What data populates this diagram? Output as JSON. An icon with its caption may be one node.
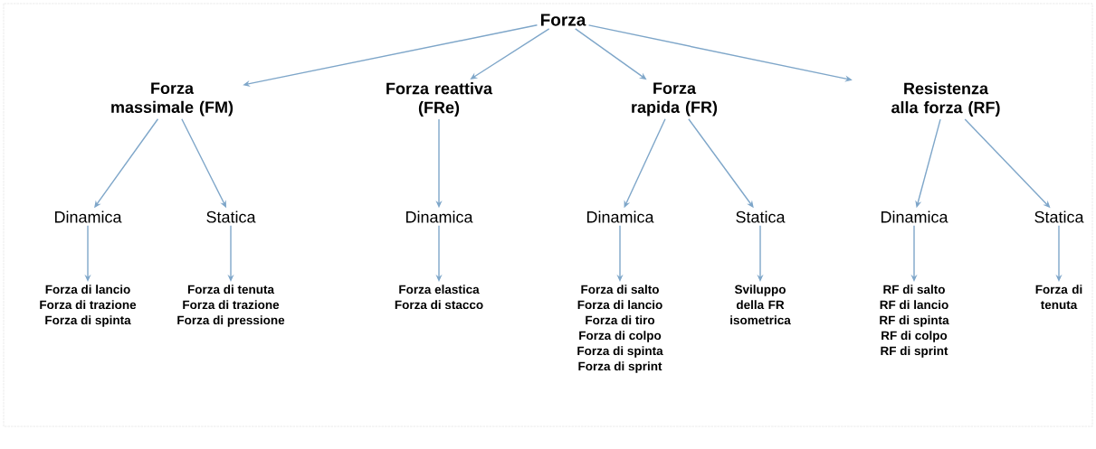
{
  "diagram": {
    "nodes": [
      {
        "text": [
          "Forza"
        ]
      },
      {
        "text": [
          "Forza massimale (FM)"
        ]
      },
      {
        "text": [
          "Forza reattiva (FRe)"
        ]
      },
      {
        "text": [
          "Forza rapida (FR)"
        ]
      },
      {
        "text": [
          "Resistenza alla forza (RF)"
        ]
      },
      {
        "text": [
          "Dinamica"
        ]
      },
      {
        "text": [
          "Statica"
        ]
      },
      {
        "text": [
          "Dinamica"
        ]
      },
      {
        "text": [
          "Dinamica"
        ]
      },
      {
        "text": [
          "Statica"
        ]
      },
      {
        "text": [
          "Dinamica"
        ]
      },
      {
        "text": [
          "Statica"
        ]
      },
      {
        "text": [
          "Forza di lancio",
          "Forza di trazione",
          "Forza di spinta"
        ]
      },
      {
        "text": [
          "Forza di tenuta",
          "Forza di trazione",
          "Forza di pressione"
        ]
      },
      {
        "text": [
          "Forza elastica",
          "Forza di stacco"
        ]
      },
      {
        "text": [
          "Forza di salto",
          "Forza di lancio",
          "Forza di tiro",
          "Forza di colpo",
          "Forza di spinta",
          "Forza di sprint"
        ]
      },
      {
        "text": [
          "Sviluppo della FR isometrica"
        ]
      },
      {
        "text": [
          "RF di salto",
          "RF di lancio",
          "RF di spinta",
          "RF di colpo",
          "RF di sprint"
        ]
      },
      {
        "text": [
          "Forza di tenuta"
        ]
      }
    ],
    "edges": [
      {
        "from": 0,
        "to": 1,
        "arrow": "to"
      },
      {
        "from": 0,
        "to": 2,
        "arrow": "to"
      },
      {
        "from": 0,
        "to": 3,
        "arrow": "to"
      },
      {
        "from": 0,
        "to": 4,
        "arrow": "to"
      },
      {
        "from": 1,
        "to": 5,
        "arrow": "to"
      },
      {
        "from": 1,
        "to": 6,
        "arrow": "to"
      },
      {
        "from": 2,
        "to": 7,
        "arrow": "to"
      },
      {
        "from": 3,
        "to": 8,
        "arrow": "to"
      },
      {
        "from": 3,
        "to": 9,
        "arrow": "to"
      },
      {
        "from": 4,
        "to": 10,
        "arrow": "to"
      },
      {
        "from": 4,
        "to": 11,
        "arrow": "to"
      },
      {
        "from": 5,
        "to": 12,
        "arrow": "to"
      },
      {
        "from": 6,
        "to": 13,
        "arrow": "to"
      },
      {
        "from": 7,
        "to": 14,
        "arrow": "to"
      },
      {
        "from": 8,
        "to": 15,
        "arrow": "to"
      },
      {
        "from": 9,
        "to": 16,
        "arrow": "to"
      },
      {
        "from": 10,
        "to": 17,
        "arrow": "to"
      },
      {
        "from": 11,
        "to": 18,
        "arrow": "to"
      }
    ]
  }
}
